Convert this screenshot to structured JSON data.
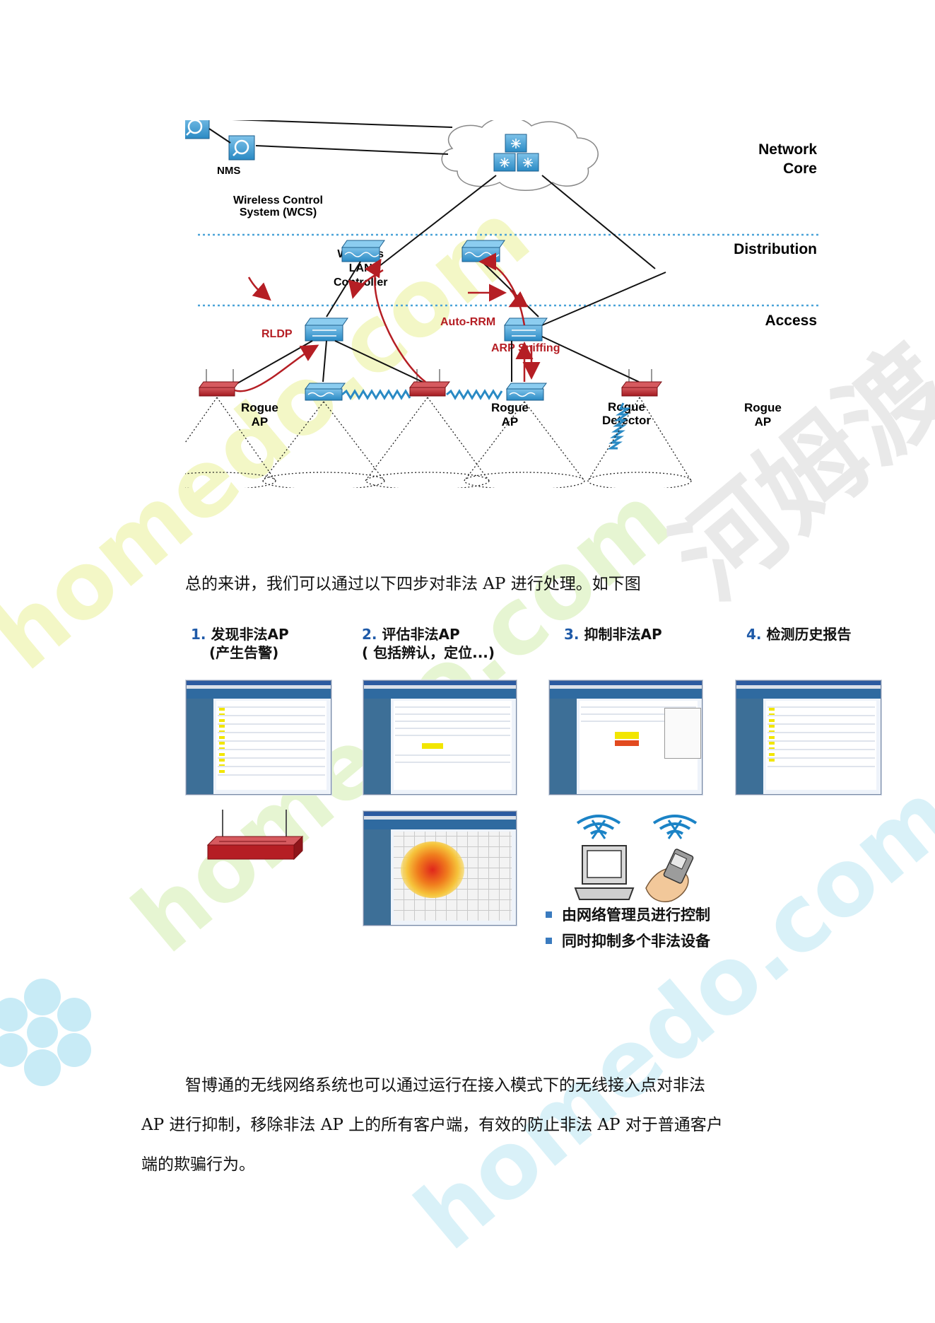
{
  "diagram": {
    "tiers": {
      "core": [
        "Network",
        "Core"
      ],
      "distribution": "Distribution",
      "access": "Access"
    },
    "labels": {
      "nms": "NMS",
      "wcs": [
        "Wireless Control",
        "System (WCS)"
      ],
      "wlc": [
        "Wireless",
        "LAN",
        "Controller"
      ],
      "rldp": "RLDP",
      "auto_rrm": "Auto-RRM",
      "arp_sniffing": "ARP Sniffing",
      "rogue_ap": [
        "Rogue",
        "AP"
      ],
      "rogue_detector": [
        "Rogue",
        "Detector"
      ]
    },
    "colors": {
      "device_blue": "#2a8ac4",
      "rogue_red": "#b51e24",
      "arrow_red": "#b51e24",
      "tier_line": "#4aa3d8"
    }
  },
  "paragraph_1": "总的来讲，我们可以通过以下四步对非法 AP 进行处理。如下图",
  "steps": [
    {
      "num": "1.",
      "title": "发现非法AP",
      "sub": "(产生告警)"
    },
    {
      "num": "2.",
      "title": "评估非法AP",
      "sub": "( 包括辨认，定位...)"
    },
    {
      "num": "3.",
      "title": "抑制非法AP",
      "sub": ""
    },
    {
      "num": "4.",
      "title": "检测历史报告",
      "sub": ""
    }
  ],
  "bullets": [
    "由网络管理员进行控制",
    "同时抑制多个非法设备"
  ],
  "paragraph_2": [
    "智博通的无线网络系统也可以通过运行在接入模式下的无线接入点对非法",
    "AP 进行抑制，移除非法 AP 上的所有客户端，有效的防止非法 AP 对于普通客户",
    "端的欺骗行为。"
  ],
  "watermark": {
    "logo_text": "homedo.com",
    "cn_text": "河姆渡"
  }
}
